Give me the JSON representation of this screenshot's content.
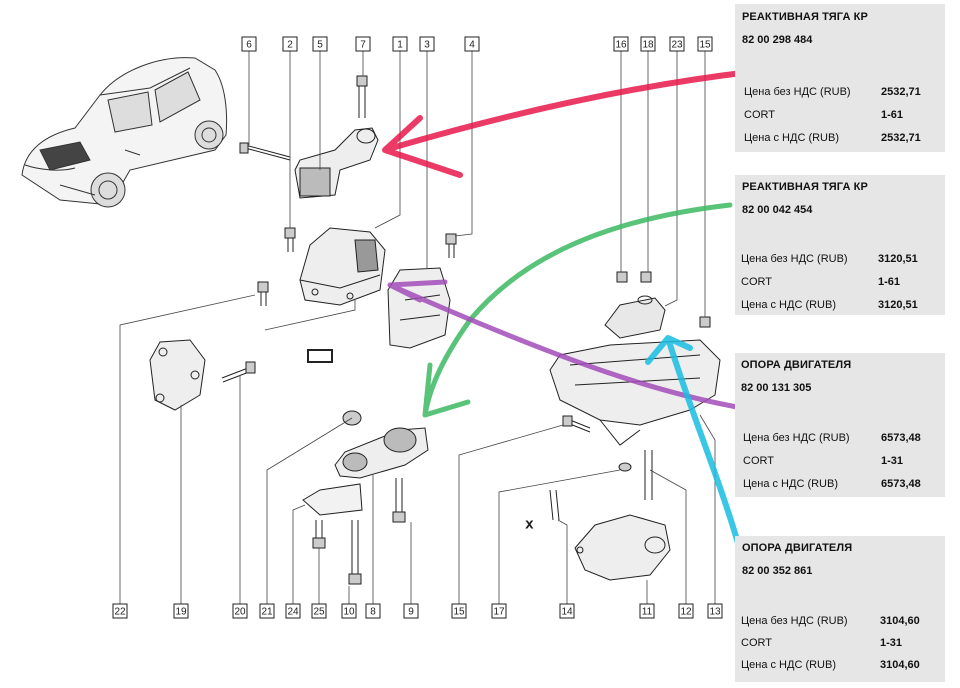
{
  "callouts": [
    "6",
    "2",
    "5",
    "7",
    "1",
    "3",
    "4",
    "16",
    "18",
    "23",
    "15",
    "22",
    "19",
    "20",
    "21",
    "24",
    "25",
    "10",
    "8",
    "9",
    "15",
    "17",
    "14",
    "11",
    "12",
    "13"
  ],
  "annotation_colors": {
    "red": "#e8184a",
    "green": "#3cb861",
    "purple": "#a24bb8",
    "cyan": "#18bde0"
  },
  "panels": [
    {
      "title": "РЕАКТИВНАЯ ТЯГА КР",
      "part_number": "82 00 298 484",
      "rows": [
        {
          "label": "Цена без НДС (RUB)",
          "value": "2532,71"
        },
        {
          "label": "CORT",
          "value": "1-61"
        },
        {
          "label": "Цена с НДС (RUB)",
          "value": "2532,71"
        }
      ]
    },
    {
      "title": "РЕАКТИВНАЯ ТЯГА КР",
      "part_number": "82 00 042 454",
      "rows": [
        {
          "label": "Цена без НДС (RUB)",
          "value": "3120,51"
        },
        {
          "label": "CORT",
          "value": "1-61"
        },
        {
          "label": "Цена с НДС (RUB)",
          "value": "3120,51"
        }
      ]
    },
    {
      "title": "ОПОРА ДВИГАТЕЛЯ",
      "part_number": "82 00 131 305",
      "rows": [
        {
          "label": "Цена без НДС (RUB)",
          "value": "6573,48"
        },
        {
          "label": "CORT",
          "value": "1-31"
        },
        {
          "label": "Цена с НДС (RUB)",
          "value": "6573,48"
        }
      ]
    },
    {
      "title": "ОПОРА ДВИГАТЕЛЯ",
      "part_number": "82 00 352 861",
      "rows": [
        {
          "label": "Цена без НДС (RUB)",
          "value": "3104,60"
        },
        {
          "label": "CORT",
          "value": "1-31"
        },
        {
          "label": "Цена с НДС (RUB)",
          "value": "3104,60"
        }
      ]
    }
  ]
}
